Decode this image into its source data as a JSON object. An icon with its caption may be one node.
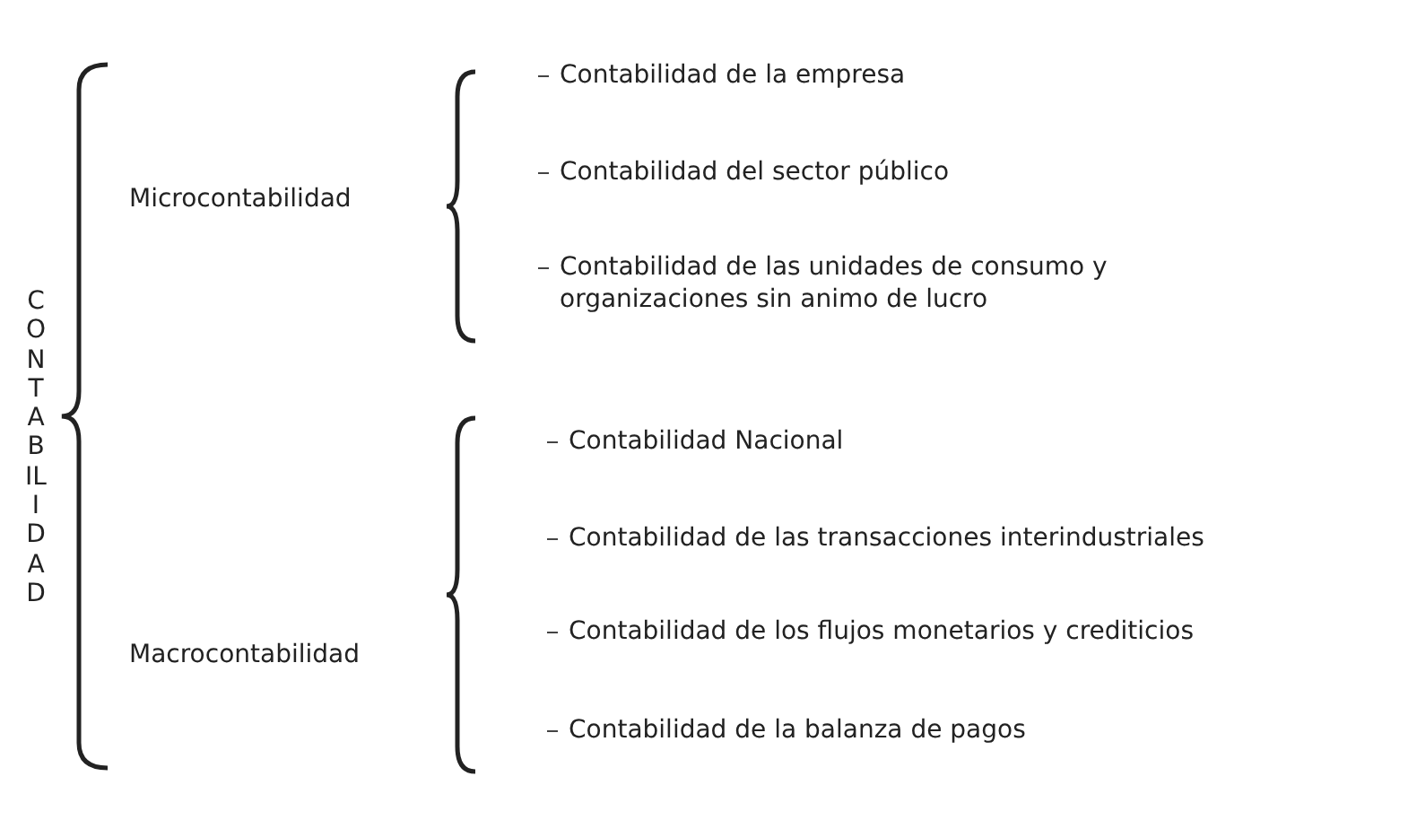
{
  "diagram": {
    "labels": [
      "CONTABILIDAD",
      "Microcontabilidad",
      "Contabilidad de la empresa",
      "Contabilidad del sector público",
      "Contabilidad de las unidades de consumo y organizaciones sin animo de lucro",
      "Macrocontabilidad",
      "Contabilidad Nacional",
      "Contabilidad de las transacciones interindustriales",
      "Contabilidad de los flujos monetarios y crediticios",
      "Contabilidad de la balanza de pagos"
    ]
  }
}
